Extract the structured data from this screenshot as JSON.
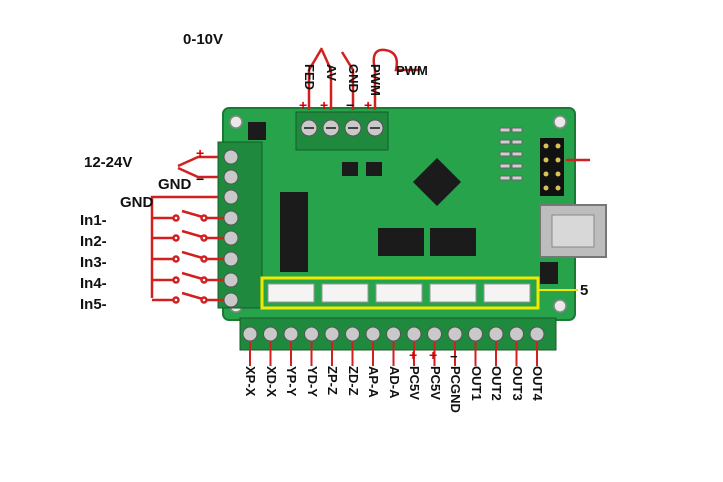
{
  "top_labels": {
    "voltage": "0-10V",
    "fed": "FED",
    "av": "AV",
    "gnd": "GND",
    "pwm_pin": "PWM",
    "pwm_wire": "PWM"
  },
  "power": {
    "supply": "12-24V",
    "plus": "+",
    "minus": "−",
    "gnd": "GND"
  },
  "inputs": {
    "gnd": "GND",
    "in1": "In1-",
    "in2": "In2-",
    "in3": "In3-",
    "in4": "In4-",
    "in5": "In5-"
  },
  "right_label": "5",
  "bottom_terminals": {
    "t1": "XP-X",
    "t2": "XD-X",
    "t3": "YP-Y",
    "t4": "YD-Y",
    "t5": "ZP-Z",
    "t6": "ZD-Z",
    "t7": "AP-A",
    "t8": "AD-A",
    "t9": "PC5V",
    "t10": "PC5V",
    "t11": "PCGND",
    "t12": "OUT1",
    "t13": "OUT2",
    "t14": "OUT3",
    "t15": "OUT4"
  },
  "polarity": {
    "plus": "+",
    "minus": "−"
  },
  "colors": {
    "board": "#25a04a",
    "terminal": "#1e8a3c",
    "wire": "#d21f1f",
    "highlight": "#f2e900",
    "connector": "#f4f4f4"
  }
}
